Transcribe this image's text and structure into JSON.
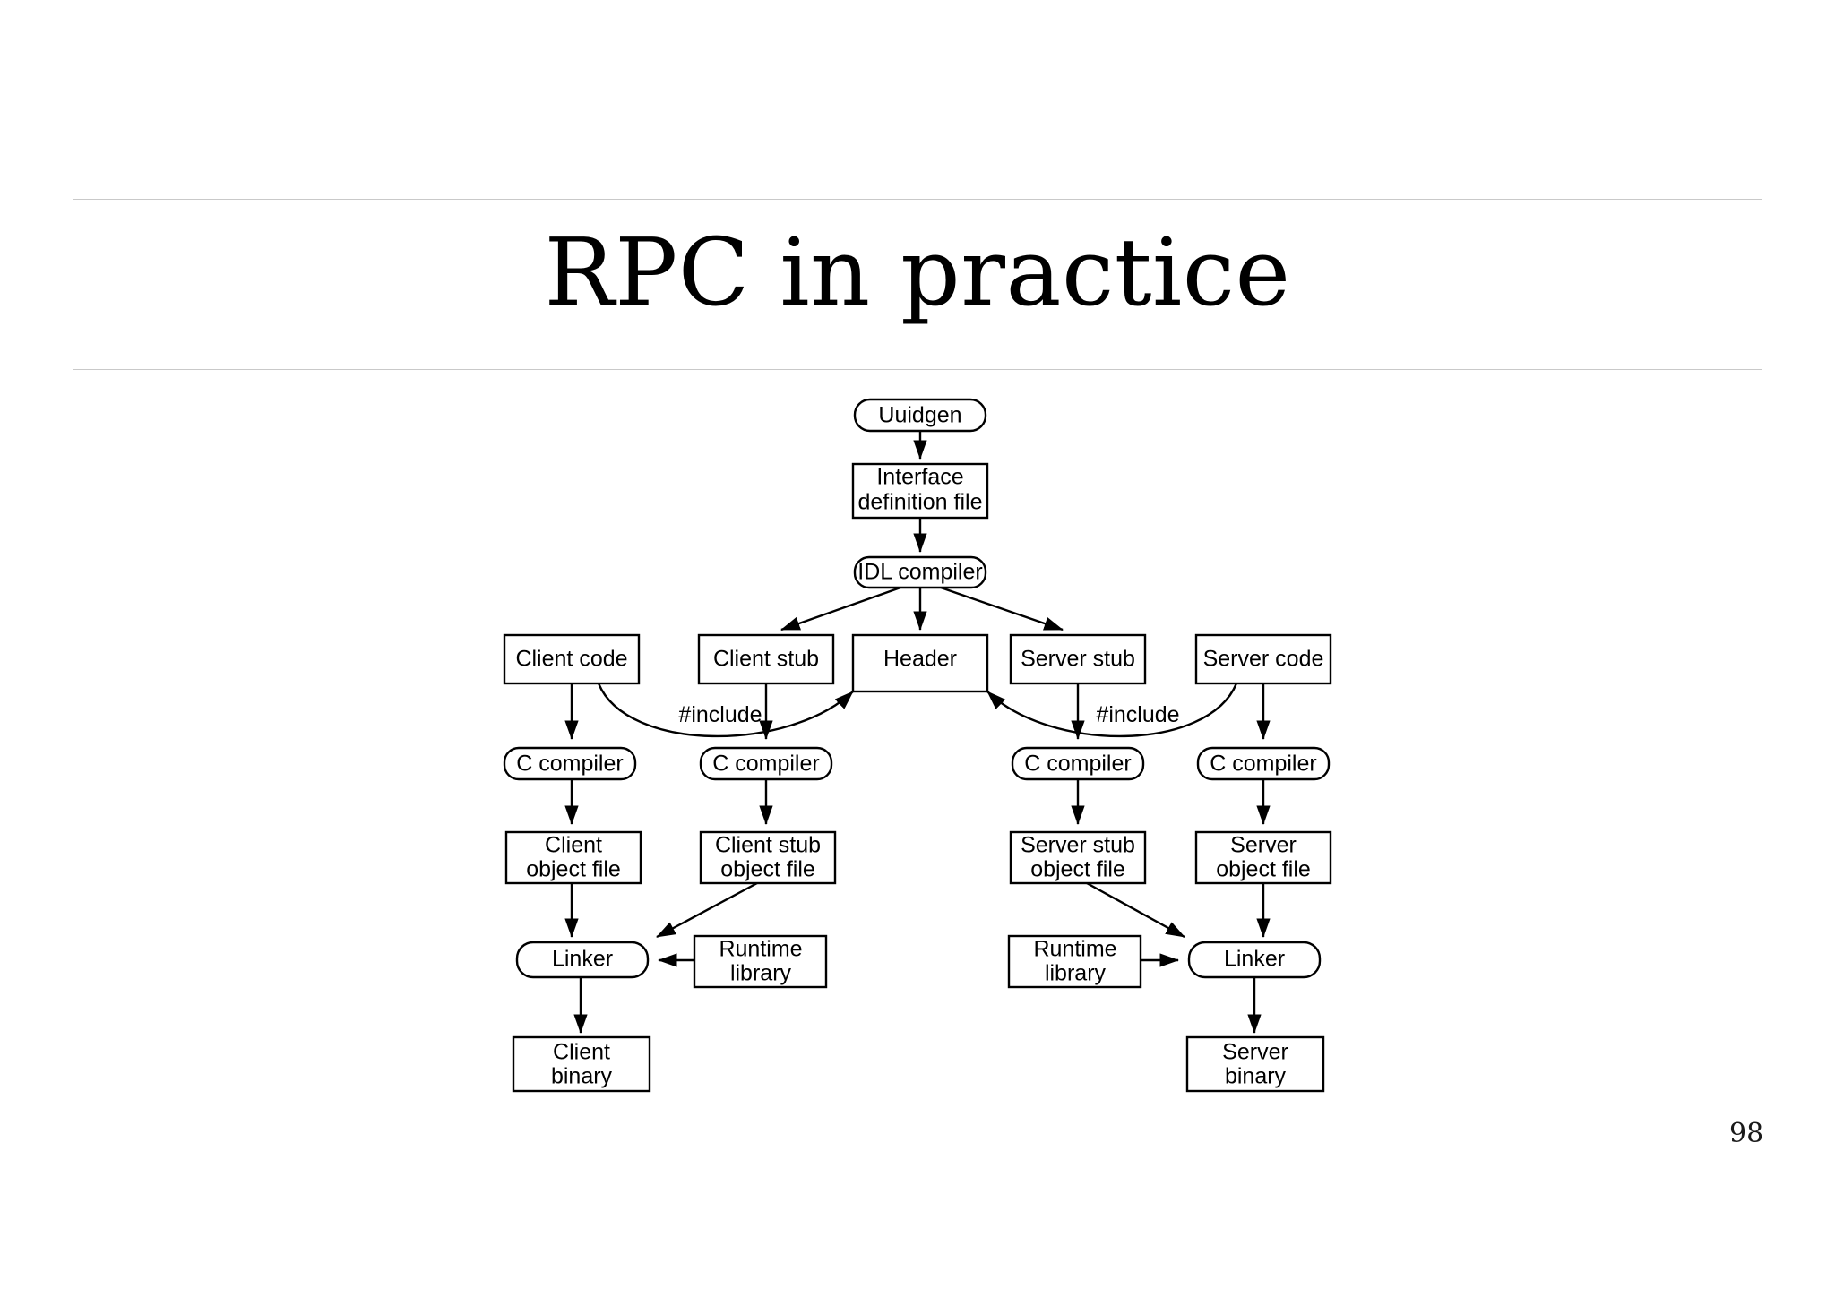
{
  "slide": {
    "title": "RPC in practice",
    "page_number": "98"
  },
  "diagram": {
    "type": "flowchart",
    "nodes": [
      {
        "id": "uuidgen",
        "label": "Uuidgen",
        "shape": "rounded"
      },
      {
        "id": "idf",
        "label_line1": "Interface",
        "label_line2": "definition file",
        "shape": "rect"
      },
      {
        "id": "idl",
        "label": "IDL compiler",
        "shape": "rounded"
      },
      {
        "id": "client-code",
        "label": "Client code",
        "shape": "rect"
      },
      {
        "id": "client-stub",
        "label": "Client stub",
        "shape": "rect"
      },
      {
        "id": "header",
        "label": "Header",
        "shape": "rect"
      },
      {
        "id": "server-stub",
        "label": "Server stub",
        "shape": "rect"
      },
      {
        "id": "server-code",
        "label": "Server code",
        "shape": "rect"
      },
      {
        "id": "cc-1",
        "label": "C compiler",
        "shape": "rounded"
      },
      {
        "id": "cc-2",
        "label": "C compiler",
        "shape": "rounded"
      },
      {
        "id": "cc-3",
        "label": "C compiler",
        "shape": "rounded"
      },
      {
        "id": "cc-4",
        "label": "C compiler",
        "shape": "rounded"
      },
      {
        "id": "client-obj",
        "label_line1": "Client",
        "label_line2": "object file",
        "shape": "rect"
      },
      {
        "id": "client-stub-obj",
        "label_line1": "Client stub",
        "label_line2": "object file",
        "shape": "rect"
      },
      {
        "id": "server-stub-obj",
        "label_line1": "Server stub",
        "label_line2": "object file",
        "shape": "rect"
      },
      {
        "id": "server-obj",
        "label_line1": "Server",
        "label_line2": "object file",
        "shape": "rect"
      },
      {
        "id": "linker-client",
        "label": "Linker",
        "shape": "rounded"
      },
      {
        "id": "linker-server",
        "label": "Linker",
        "shape": "rounded"
      },
      {
        "id": "runtime-client",
        "label_line1": "Runtime",
        "label_line2": "library",
        "shape": "rect"
      },
      {
        "id": "runtime-server",
        "label_line1": "Runtime",
        "label_line2": "library",
        "shape": "rect"
      },
      {
        "id": "client-binary",
        "label_line1": "Client",
        "label_line2": "binary",
        "shape": "rect"
      },
      {
        "id": "server-binary",
        "label_line1": "Server",
        "label_line2": "binary",
        "shape": "rect"
      }
    ],
    "edge_labels": {
      "include_left": "#include",
      "include_right": "#include"
    }
  },
  "colors": {
    "background": "#ffffff",
    "ink": "#000000",
    "rule": "#c9c9c9"
  }
}
